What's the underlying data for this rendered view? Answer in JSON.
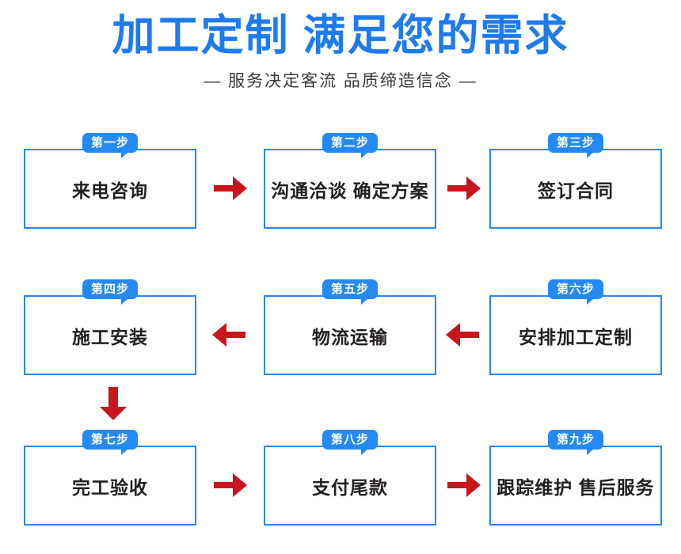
{
  "header": {
    "title": "加工定制 满足您的需求",
    "subtitle": "— 服务决定客流 品质缔造信念 —"
  },
  "colors": {
    "title_blue": "#1E7BEE",
    "box_border_blue": "#2489F2",
    "badge_blue": "#2489F2",
    "arrow_red": "#C8161D",
    "text_dark": "#231F20",
    "background": "#FFFFFF"
  },
  "flow": {
    "steps": [
      {
        "badge": "第一步",
        "label": "来电咨询"
      },
      {
        "badge": "第二步",
        "label": "沟通洽谈 确定方案"
      },
      {
        "badge": "第三步",
        "label": "签订合同"
      },
      {
        "badge": "第四步",
        "label": "施工安装"
      },
      {
        "badge": "第五步",
        "label": "物流运输"
      },
      {
        "badge": "第六步",
        "label": "安排加工定制"
      },
      {
        "badge": "第七步",
        "label": "完工验收"
      },
      {
        "badge": "第八步",
        "label": "支付尾款"
      },
      {
        "badge": "第九步",
        "label": "跟踪维护 售后服务"
      }
    ],
    "connectors": [
      {
        "name": "arrow-step1-to-step2",
        "direction": "right"
      },
      {
        "name": "arrow-step2-to-step3",
        "direction": "right"
      },
      {
        "name": "arrow-step6-to-step5",
        "direction": "left"
      },
      {
        "name": "arrow-step5-to-step4",
        "direction": "left"
      },
      {
        "name": "arrow-step4-to-step7",
        "direction": "down"
      },
      {
        "name": "arrow-step7-to-step8",
        "direction": "right"
      },
      {
        "name": "arrow-step8-to-step9",
        "direction": "right"
      }
    ]
  }
}
